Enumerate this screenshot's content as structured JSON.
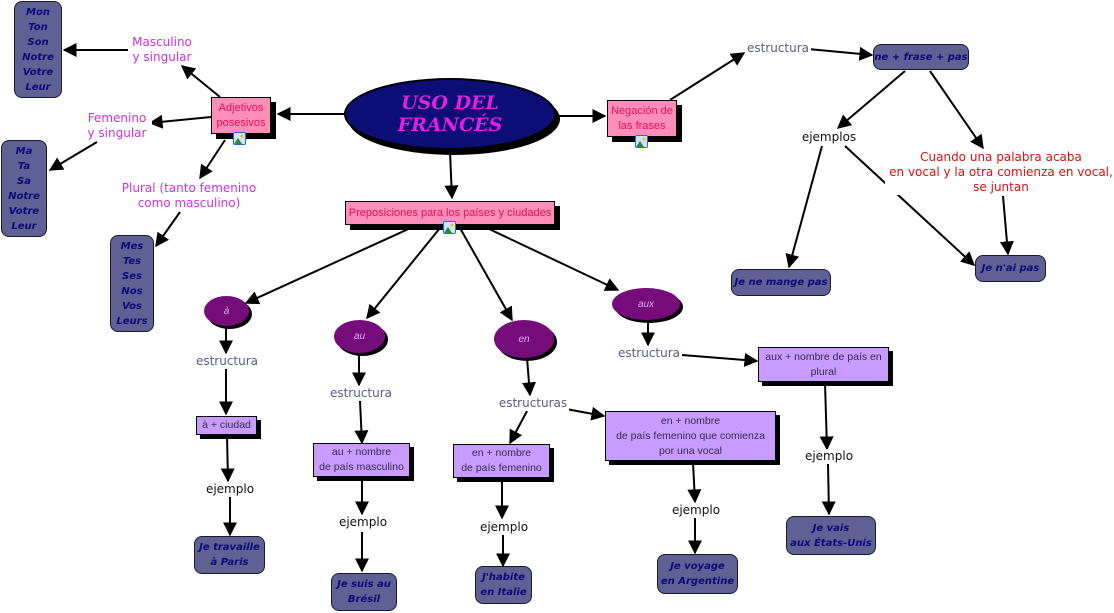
{
  "title": "USO DEL FRANCÉS",
  "colors": {
    "main_bg": "#0d0d76",
    "main_text": "#e020e0",
    "pink_box": "#ff8fb8",
    "pink_text": "#e0105a",
    "lavender_box": "#c79bff",
    "purple_ellipse": "#760b7a",
    "example_box": "#5f6094",
    "example_text": "#0b0b7a",
    "link_magenta": "#cc33dd",
    "link_gray": "#5a5a8a",
    "link_red": "#e01010"
  },
  "concepts": {
    "adjetivos": "Adjetivos\nposesivos",
    "negacion": "Negación de\nlas frases",
    "preposiciones": "Preposiciones para los países y ciudades",
    "masc_list": "Mon\nTon\nSon\nNotre\nVotre\nLeur",
    "fem_list": "Ma\nTa\nSa\nNotre\nVotre\nLeur",
    "plural_list": "Mes\nTes\nSes\nNos\nVos\nLeurs",
    "neg_struct": "ne + frase + pas",
    "neg_ex1": "Je ne mange pas",
    "neg_ex2": "Je n'ai pas",
    "prep_a": "à",
    "prep_au": "au",
    "prep_en": "en",
    "prep_aux": "aux",
    "a_struct": "à + ciudad",
    "au_struct": "au + nombre\nde país masculino",
    "en_struct1": "en + nombre\nde país femenino",
    "en_struct2": "en + nombre\nde país femenino que comienza\npor una vocal",
    "aux_struct": "aux + nombre de país en\nplural",
    "a_ex": "Je travaille\nà Paris",
    "au_ex": "Je suis au\nBrésil",
    "en_ex1": "J'habite\nen Italie",
    "en_ex2": "Je voyage\nen Argentine",
    "aux_ex": "Je vais\naux États-Unis"
  },
  "links": {
    "masc": "Masculino\ny singular",
    "fem": "Femenino\ny singular",
    "plural": "Plural (tanto femenino\ncomo masculino)",
    "neg_estructura": "estructura",
    "neg_ejemplos": "ejemplos",
    "neg_rule": "Cuando una palabra acaba\nen vocal y la otra comienza en vocal,\nse juntan",
    "a_estructura": "estructura",
    "au_estructura": "estructura",
    "en_estructuras": "estructuras",
    "aux_estructura": "estructura",
    "a_ejemplo": "ejemplo",
    "au_ejemplo": "ejemplo",
    "en_ejemplo1": "ejemplo",
    "en_ejemplo2": "ejemplo",
    "aux_ejemplo": "ejemplo"
  }
}
